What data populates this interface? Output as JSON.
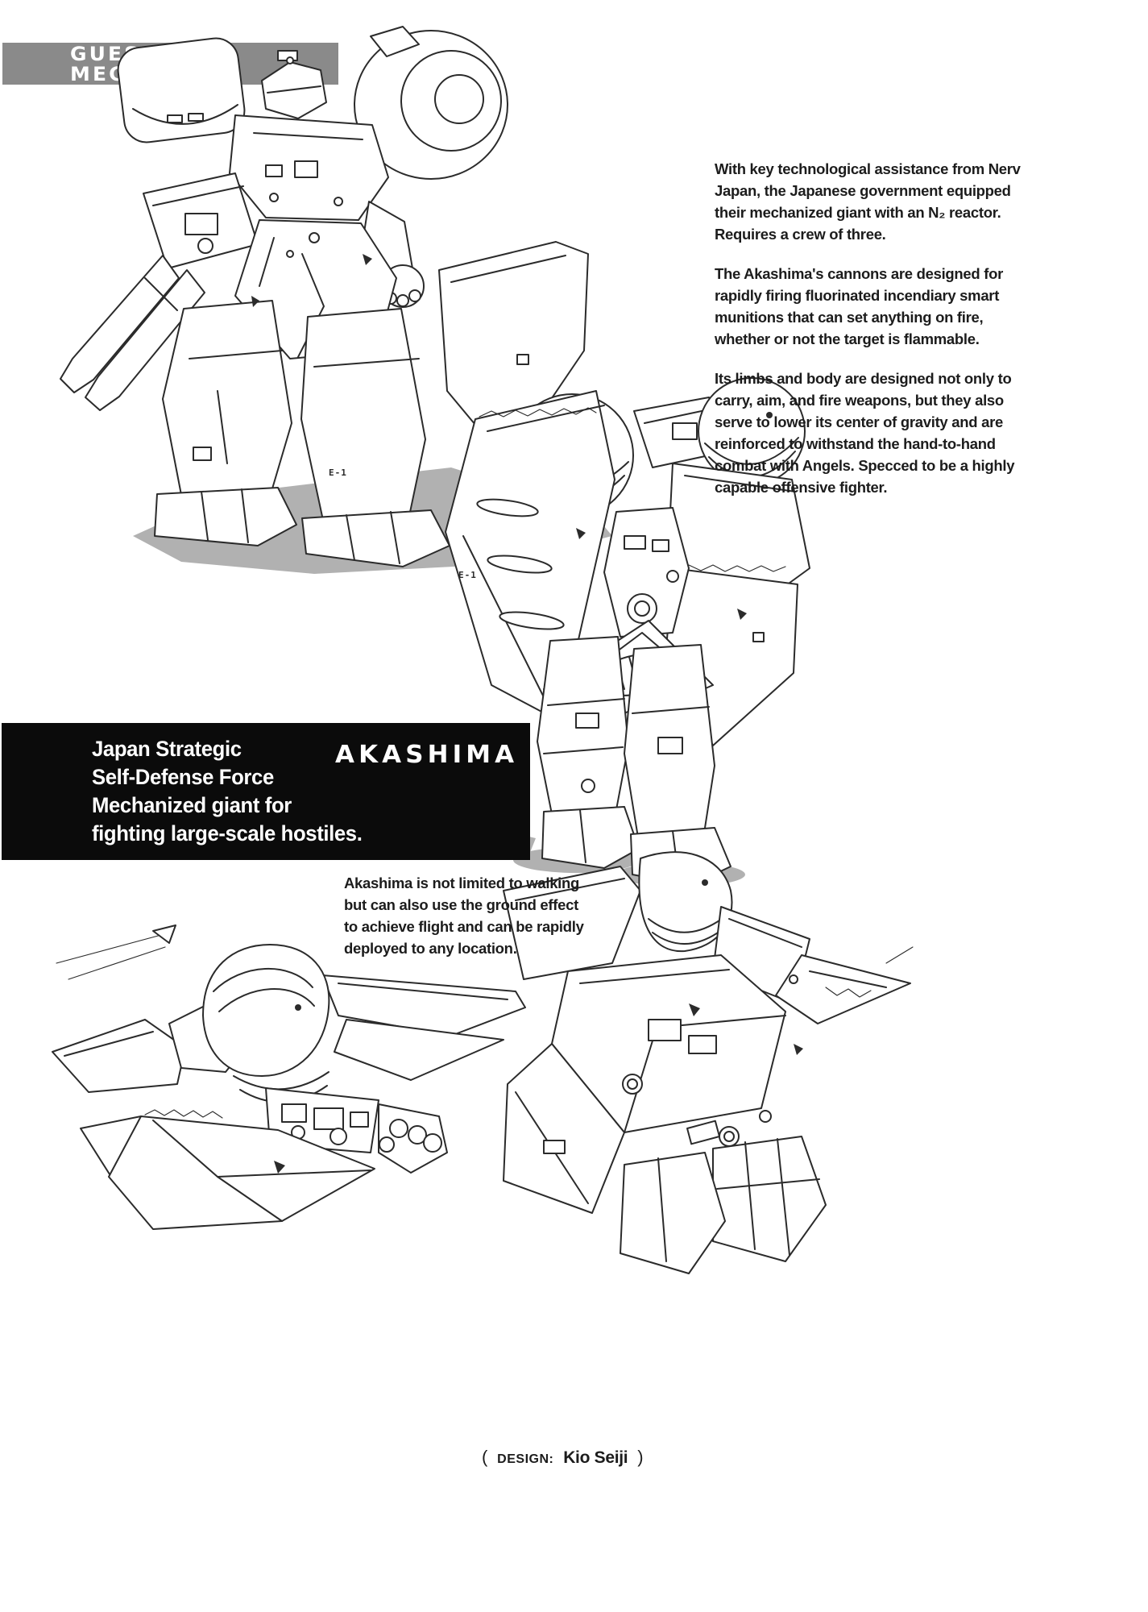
{
  "page": {
    "kind": "mecha design art-book page",
    "colors": {
      "bar_gray": "#8a8a8a",
      "box_black": "#0b0b0b",
      "shadow_gray": "#b1b1b1",
      "ink": "#2b2b2b",
      "body_text": "#1c1c1c",
      "white": "#ffffff"
    }
  },
  "header": {
    "line1": "GUEST",
    "line2": "MECHA"
  },
  "right_column": {
    "paragraphs": [
      "With key technological assistance from Nerv Japan, the Japanese government equipped their mechanized giant with an N₂ reactor. Requires a crew of three.",
      "The Akashima's cannons are designed for rapidly firing fluorinated incendiary smart munitions that can set anything on fire, whether or not the target is flammable.",
      "Its limbs and body are designed not only to carry, aim, and fire weapons, but they also serve to lower its center of gravity and are reinforced to withstand the hand-to-hand combat with Angels. Specced to be a highly capable offensive fighter."
    ]
  },
  "info_box": {
    "lines": [
      "Japan Strategic",
      "Self-Defense Force",
      "Mechanized giant for",
      "fighting large-scale hostiles."
    ],
    "title": "AKASHIMA"
  },
  "flight_note": "Akashima is not limited to walking but can also use the ground effect to achieve flight and can be rapidly deployed to any location.",
  "credit": {
    "open": "(",
    "label": "DESIGN:",
    "name": "Kio Seiji",
    "close": ")"
  },
  "markings": {
    "e1": "E-1"
  },
  "illustrations": {
    "front": "Akashima front view with twin incendiary cannon",
    "rear": "Akashima rear view",
    "flight_left": "Akashima flight mode facing left",
    "flight_right": "Akashima flight mode diving view"
  }
}
